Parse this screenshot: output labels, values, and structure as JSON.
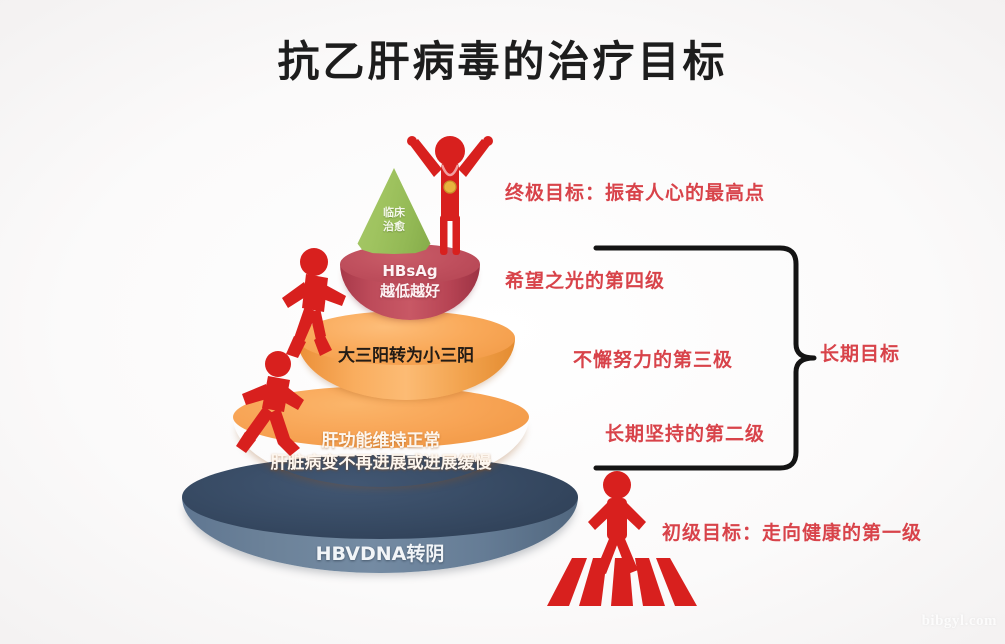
{
  "title": "抗乙肝病毒的治疗目标",
  "pyramid": {
    "cone": {
      "line1": "临床",
      "line2": "治愈",
      "color": "#9fc35f"
    },
    "layers": [
      {
        "id": "layer-4",
        "line1": "HBsAg",
        "line2": "越低越好",
        "color": "#bf4f5d"
      },
      {
        "id": "layer-3",
        "line1": "大三阳转为小三阳",
        "line2": "",
        "color": "#f9a959"
      },
      {
        "id": "layer-2",
        "line1": "肝功能维持正常",
        "line2": "肝脏病变不再进展或进展缓慢",
        "color": "#f8a556"
      },
      {
        "id": "layer-base",
        "line1": "HBVDNA转阴",
        "line2": "",
        "color": "#374a63"
      }
    ]
  },
  "labels": {
    "ultimate": "终极目标：振奋人心的最高点",
    "level4": "希望之光的第四级",
    "level3": "不懈努力的第三极",
    "level2": "长期坚持的第二级",
    "primary": "初级目标：走向健康的第一级",
    "longterm": "长期目标",
    "label_color": "#d8434a"
  },
  "figures": {
    "winner": "victory-person-icon",
    "climber_upper": "climbing-person-icon",
    "climber_lower": "walking-person-icon",
    "pedestrian": "pedestrian-person-icon",
    "crosswalk": "crosswalk-icon",
    "color": "#d8201e"
  },
  "watermark": "bibgyl.com"
}
